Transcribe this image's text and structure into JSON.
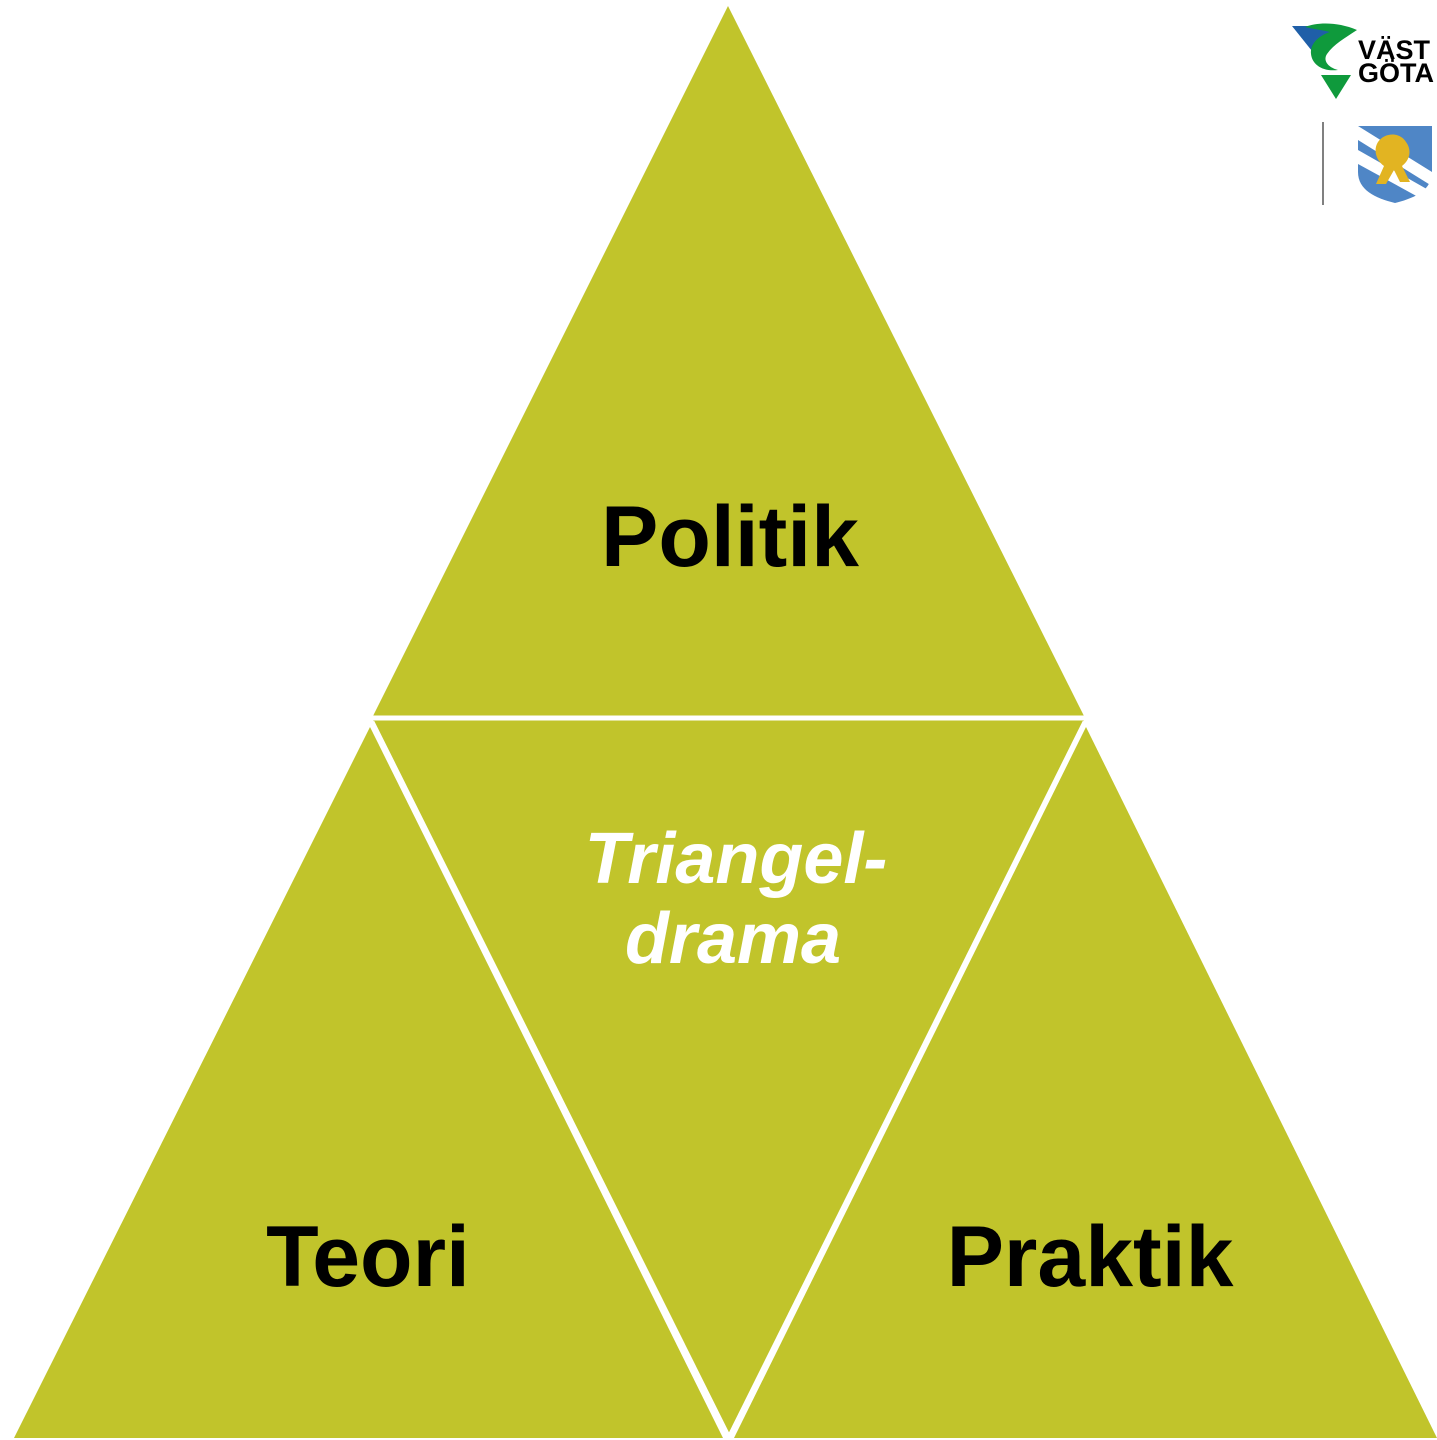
{
  "colors": {
    "triangle_fill": "#c1c42b",
    "divider": "#ffffff",
    "label_dark": "#000000",
    "label_light": "#ffffff",
    "logo_blue": "#1f5fa8",
    "logo_green": "#0f9a3c",
    "logo_gray": "#808080",
    "crest_blue": "#4f86c6",
    "crest_gold": "#e2b422"
  },
  "diagram": {
    "top": {
      "label": "Politik"
    },
    "center": {
      "line1": "Triangel-",
      "line2": "drama"
    },
    "left": {
      "label": "Teori"
    },
    "right": {
      "label": "Praktik"
    }
  },
  "logos": {
    "region": {
      "line1": "VÄST",
      "line2": "GÖTA",
      "icon": "vastra-gotaland-logo-icon"
    },
    "city": {
      "icon": "goteborg-crest-icon"
    }
  }
}
